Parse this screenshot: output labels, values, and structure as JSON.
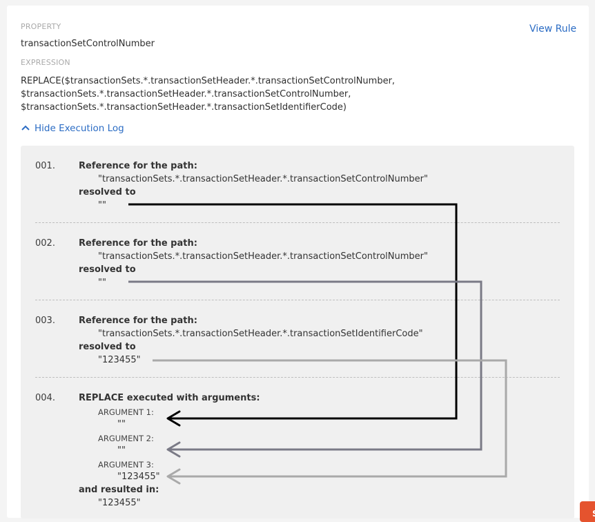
{
  "property": {
    "label": "PROPERTY",
    "value": "transactionSetControlNumber"
  },
  "expression": {
    "label": "EXPRESSION",
    "lines": [
      "REPLACE($transactionSets.*.transactionSetHeader.*.transactionSetControlNumber,",
      "$transactionSets.*.transactionSetHeader.*.transactionSetControlNumber,",
      "$transactionSets.*.transactionSetHeader.*.transactionSetIdentifierCode)"
    ]
  },
  "view_rule_label": "View Rule",
  "toggle_label": "Hide Execution Log",
  "log": {
    "entries": [
      {
        "num": "001.",
        "title": "Reference for the path:",
        "path": "\"transactionSets.*.transactionSetHeader.*.transactionSetControlNumber\"",
        "resolved_label": "resolved to",
        "value": "\"\""
      },
      {
        "num": "002.",
        "title": "Reference for the path:",
        "path": "\"transactionSets.*.transactionSetHeader.*.transactionSetControlNumber\"",
        "resolved_label": "resolved to",
        "value": "\"\""
      },
      {
        "num": "003.",
        "title": "Reference for the path:",
        "path": "\"transactionSets.*.transactionSetHeader.*.transactionSetIdentifierCode\"",
        "resolved_label": "resolved to",
        "value": "\"123455\""
      }
    ],
    "replace": {
      "num": "004.",
      "title": "REPLACE executed with arguments:",
      "args": [
        {
          "label": "ARGUMENT 1:",
          "value": "\"\""
        },
        {
          "label": "ARGUMENT 2:",
          "value": "\"\""
        },
        {
          "label": "ARGUMENT 3:",
          "value": "\"123455\""
        }
      ],
      "result_label": "and resulted in:",
      "result_value": "\"123455\""
    }
  },
  "colors": {
    "link": "#2b6cc4",
    "arrow1": "#000000",
    "arrow2": "#7a7a86",
    "arrow3": "#a9a9a9"
  },
  "corner_badge": "S"
}
